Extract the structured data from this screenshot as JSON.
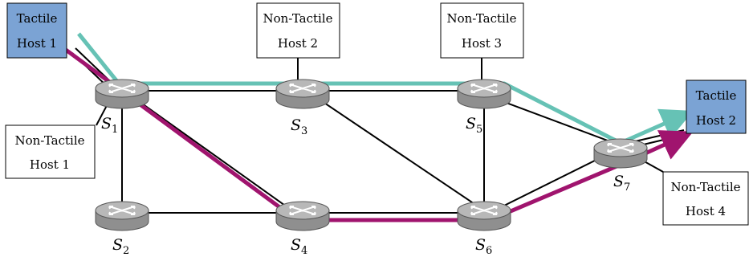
{
  "switches": [
    {
      "id": "S1",
      "label_main": "S",
      "label_sub": "1"
    },
    {
      "id": "S2",
      "label_main": "S",
      "label_sub": "2"
    },
    {
      "id": "S3",
      "label_main": "S",
      "label_sub": "3"
    },
    {
      "id": "S4",
      "label_main": "S",
      "label_sub": "4"
    },
    {
      "id": "S5",
      "label_main": "S",
      "label_sub": "5"
    },
    {
      "id": "S6",
      "label_main": "S",
      "label_sub": "6"
    },
    {
      "id": "S7",
      "label_main": "S",
      "label_sub": "7"
    }
  ],
  "hosts": [
    {
      "id": "tactile-host-1",
      "line1": "Tactile",
      "line2": "Host 1",
      "tactile": true
    },
    {
      "id": "tactile-host-2",
      "line1": "Tactile",
      "line2": "Host 2",
      "tactile": true
    },
    {
      "id": "non-tactile-host-1",
      "line1": "Non-Tactile",
      "line2": "Host 1",
      "tactile": false
    },
    {
      "id": "non-tactile-host-2",
      "line1": "Non-Tactile",
      "line2": "Host 2",
      "tactile": false
    },
    {
      "id": "non-tactile-host-3",
      "line1": "Non-Tactile",
      "line2": "Host 3",
      "tactile": false
    },
    {
      "id": "non-tactile-host-4",
      "line1": "Non-Tactile",
      "line2": "Host 4",
      "tactile": false
    }
  ],
  "links": [
    [
      "S1",
      "S2"
    ],
    [
      "S1",
      "S3"
    ],
    [
      "S1",
      "S4"
    ],
    [
      "S2",
      "S4"
    ],
    [
      "S3",
      "S5"
    ],
    [
      "S3",
      "S6"
    ],
    [
      "S4",
      "S6"
    ],
    [
      "S5",
      "S6"
    ],
    [
      "S5",
      "S7"
    ],
    [
      "S6",
      "S7"
    ],
    [
      "tactile-host-1",
      "S1"
    ],
    [
      "non-tactile-host-1",
      "S1"
    ],
    [
      "non-tactile-host-2",
      "S3"
    ],
    [
      "non-tactile-host-3",
      "S5"
    ],
    [
      "tactile-host-2",
      "S7"
    ],
    [
      "non-tactile-host-4",
      "S7"
    ]
  ],
  "paths": [
    {
      "name": "",
      "color": "#66C2B5",
      "route": [
        "tactile-host-1",
        "S1",
        "S3",
        "S5",
        "S7",
        "tactile-host-2"
      ]
    },
    {
      "name": "",
      "color": "#A0146E",
      "route": [
        "tactile-host-1",
        "S1",
        "S4",
        "S6",
        "S7",
        "tactile-host-2"
      ]
    }
  ],
  "colors": {
    "tactile_fill": "#7BA3D4",
    "host_fill": "#ffffff",
    "switch_fill": "#b8b8b8",
    "link": "#000000"
  }
}
